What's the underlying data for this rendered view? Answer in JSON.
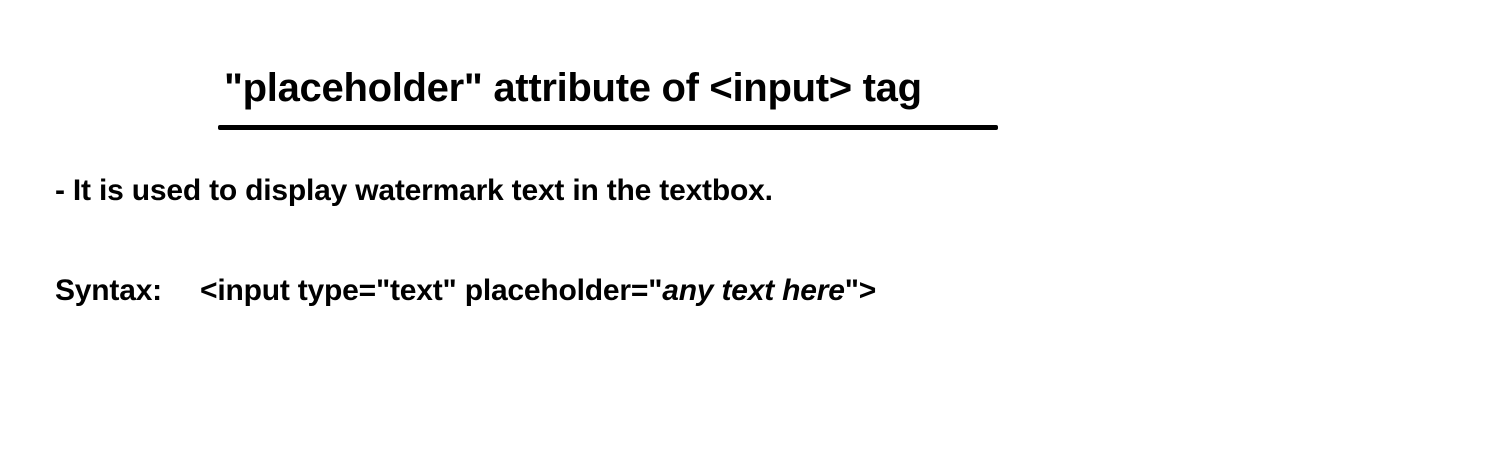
{
  "heading": {
    "title": "\"placeholder\" attribute of <input> tag"
  },
  "content": {
    "description": "- It is used to display watermark text in the textbox.",
    "syntax": {
      "label": "Syntax:",
      "code_before": "<input type=\"text\" placeholder=\"",
      "code_italic": "any text here",
      "code_after": "\">"
    }
  }
}
